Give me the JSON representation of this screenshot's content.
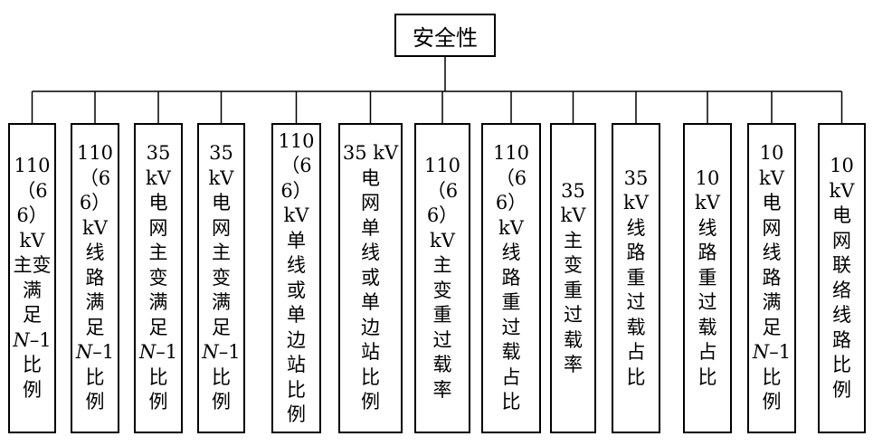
{
  "root": {
    "label": "安全性"
  },
  "leaves": [
    {
      "text": "110\n（6\n6）\nkV\n主变\n满\n足\n*N*–1\n比\n例"
    },
    {
      "text": "110\n（6\n6）\nkV\n线\n路\n满\n足\n*N*–1\n比\n例"
    },
    {
      "text": "35\nkV\n电\n网\n主\n变\n满\n足\n*N*–1\n比\n例"
    },
    {
      "text": "35\nkV\n电\n网\n主\n变\n满\n足\n*N*–1\n比\n例"
    },
    {
      "text": "110\n（6\n6）\nkV\n单\n线\n或\n单\n边\n站\n比\n例"
    },
    {
      "text": "35 kV\n电\n网\n单\n线\n或\n单\n边\n站\n比\n例"
    },
    {
      "text": "110\n（6\n6）\nkV\n主\n变\n重\n过\n载\n率"
    },
    {
      "text": "110\n（6\n6）\nkV\n线\n路\n重\n过\n载\n占\n比"
    },
    {
      "text": "35\nkV\n主\n变\n重\n过\n载\n率"
    },
    {
      "text": "35\nkV\n线\n路\n重\n过\n载\n占\n比"
    },
    {
      "text": "10\nkV\n线\n路\n重\n过\n载\n占\n比"
    },
    {
      "text": "10\nkV\n电\n网\n线\n路\n满\n足\n*N*–1\n比\n例"
    },
    {
      "text": "10\nkV\n电\n网\n联\n络\n线\n路\n比\n例"
    }
  ]
}
